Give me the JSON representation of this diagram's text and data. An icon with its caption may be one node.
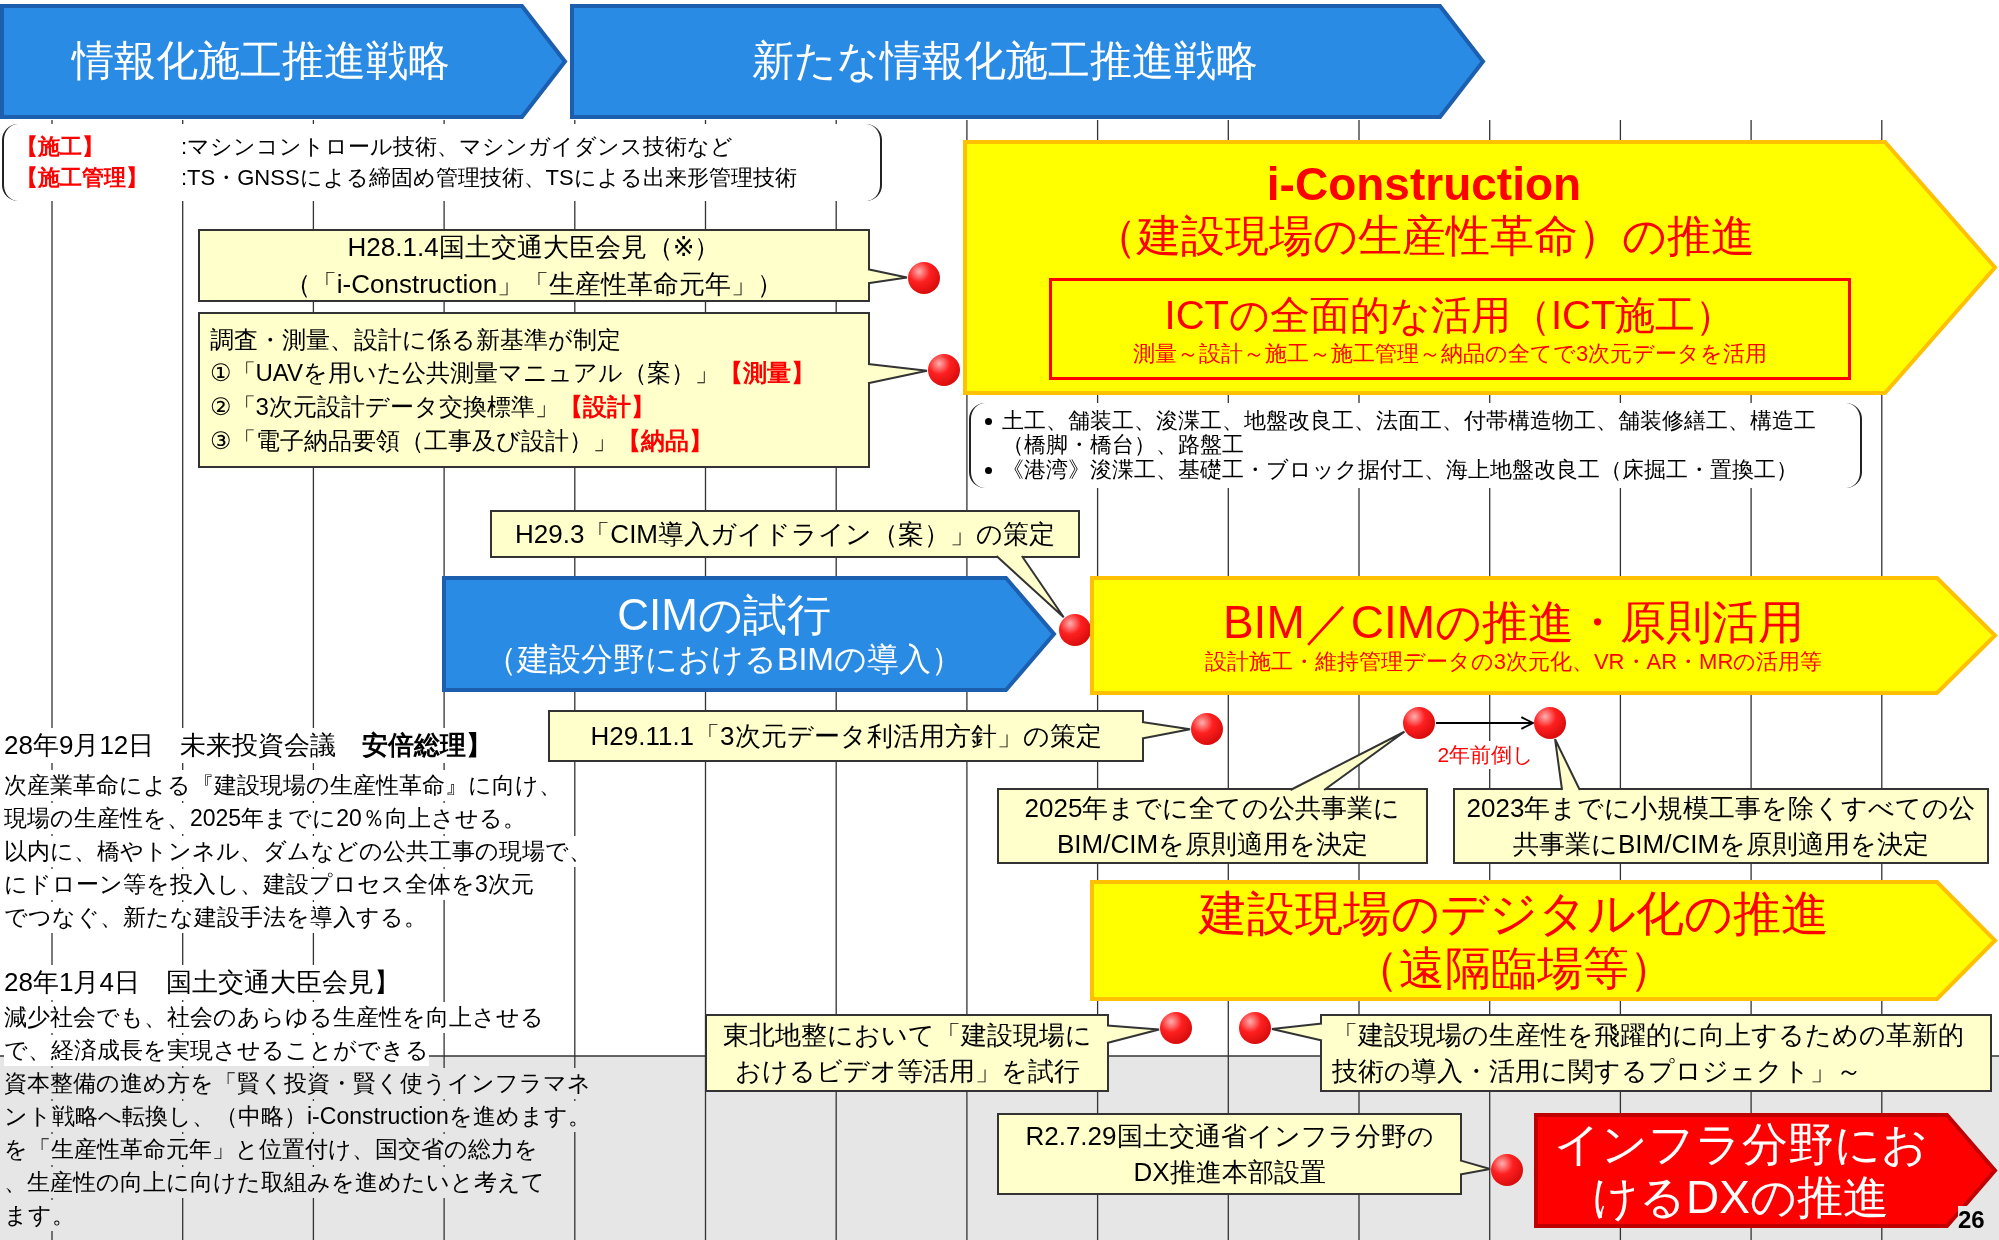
{
  "diagram": {
    "nodes": [
      {
        "text": [
          "情報化施工推進戦略"
        ]
      },
      {
        "text": [
          "新たな情報化施工推進戦略"
        ]
      },
      {
        "text": [
          "【施工】",
          ":マシンコントロール技術、マシンガイダンス技術など",
          "【施工管理】",
          ":TS・GNSSによる締固め管理技術、TSによる出来形管理技術"
        ]
      },
      {
        "text": [
          "i-Construction",
          "（建設現場の生産性革命）の推進"
        ]
      },
      {
        "text": [
          "ICTの全面的な活用（ICT施工）",
          "測量～設計～施工～施工管理～納品の全てで3次元データを活用"
        ],
        "in": 3
      },
      {
        "text": [
          "H28.1.4国土交通大臣会見（※）",
          "（「i-Construction」「生産性革命元年」）"
        ]
      },
      {
        "text": [],
        "shape": "circle"
      },
      {
        "text": [
          "調査・測量、設計に係る新基準が制定",
          "①「UAVを用いた公共測量マニュアル（案）」**【測量】**",
          "②「3次元設計データ交換標準」**【設計】**",
          "③「電子納品要領（工事及び設計）」**【納品】**"
        ]
      },
      {
        "text": [],
        "shape": "circle"
      },
      {
        "text": [
          "土工、舗装工、浚渫工、地盤改良工、法面工、付帯構造物工、舗装修繕工、構造工（橋脚・橋台）、路盤工",
          "《港湾》浚渫工、基礎工・ブロック据付工、海上地盤改良工（床掘工・置換工）"
        ]
      },
      {
        "text": [
          "H29.3「CIM導入ガイドライン（案）」の策定"
        ]
      },
      {
        "text": [
          "CIMの試行",
          "（建設分野におけるBIMの導入）"
        ]
      },
      {
        "text": [],
        "shape": "circle"
      },
      {
        "text": [
          "BIM／CIMの推進・原則活用",
          "設計施工・維持管理データの3次元化、VR・AR・MRの活用等"
        ]
      },
      {
        "text": [
          "H29.11.1「3次元データ利活用方針」の策定"
        ]
      },
      {
        "text": [],
        "shape": "circle"
      },
      {
        "text": [],
        "shape": "circle"
      },
      {
        "text": [],
        "shape": "circle"
      },
      {
        "text": [
          "2025年までに全ての公共事業にBIM/CIMを原則適用を決定"
        ]
      },
      {
        "text": [
          "2023年までに小規模工事を除くすべての公共事業にBIM/CIMを原則適用を決定"
        ]
      },
      {
        "text": [
          "建設現場のデジタル化の推進",
          "（遠隔臨場等）"
        ]
      },
      {
        "text": [
          "東北地整において「建設現場におけるビデオ等活用」を試行"
        ]
      },
      {
        "text": [],
        "shape": "circle"
      },
      {
        "text": [],
        "shape": "circle"
      },
      {
        "text": [
          "「建設現場の生産性を飛躍的に向上するための革新的技術の導入・活用に関するプロジェクト」～"
        ]
      },
      {
        "text": [
          "R2.7.29国土交通省インフラ分野のDX推進本部設置"
        ]
      },
      {
        "text": [],
        "shape": "circle"
      },
      {
        "text": [
          "インフラ分野におけるDXの推進"
        ]
      }
    ],
    "edges": [
      {
        "from": 5,
        "to": 6,
        "arrow": "none"
      },
      {
        "from": 7,
        "to": 8,
        "arrow": "none"
      },
      {
        "from": 10,
        "to": 12,
        "arrow": "none"
      },
      {
        "from": 14,
        "to": 15,
        "arrow": "none"
      },
      {
        "from": 18,
        "to": 16,
        "arrow": "none"
      },
      {
        "from": 19,
        "to": 17,
        "arrow": "none"
      },
      {
        "from": 16,
        "to": 17,
        "arrow": "to",
        "label": "2年前倒し"
      },
      {
        "from": 21,
        "to": 22,
        "arrow": "none"
      },
      {
        "from": 24,
        "to": 23,
        "arrow": "none"
      },
      {
        "from": 25,
        "to": 26,
        "arrow": "none"
      }
    ],
    "labels": [
      "28年9月12日　未来投資会議　**安倍総理】**",
      "次産業革命による『建設現場の生産性革命』に向け、",
      "現場の生産性を、2025年までに20％向上させる。",
      "以内に、橋やトンネル、ダムなどの公共工事の現場で、",
      "にドローン等を投入し、建設プロセス全体を3次元",
      "でつなぐ、新たな建設手法を導入する。",
      "28年1月4日　国土交通大臣会見】",
      "減少社会でも、社会のあらゆる生産性を向上させる",
      "で、経済成長を実現させることができる",
      "資本整備の進め方を「賢く投資・賢く使うインフラマネ",
      "ント戦略へ転換し、（中略）i-Constructionを進めます。",
      "を「生産性革命元年」と位置付け、国交省の総力を",
      "、生産性の向上に向けた取組みを進めたいと考えて",
      "ます。",
      "26"
    ]
  }
}
